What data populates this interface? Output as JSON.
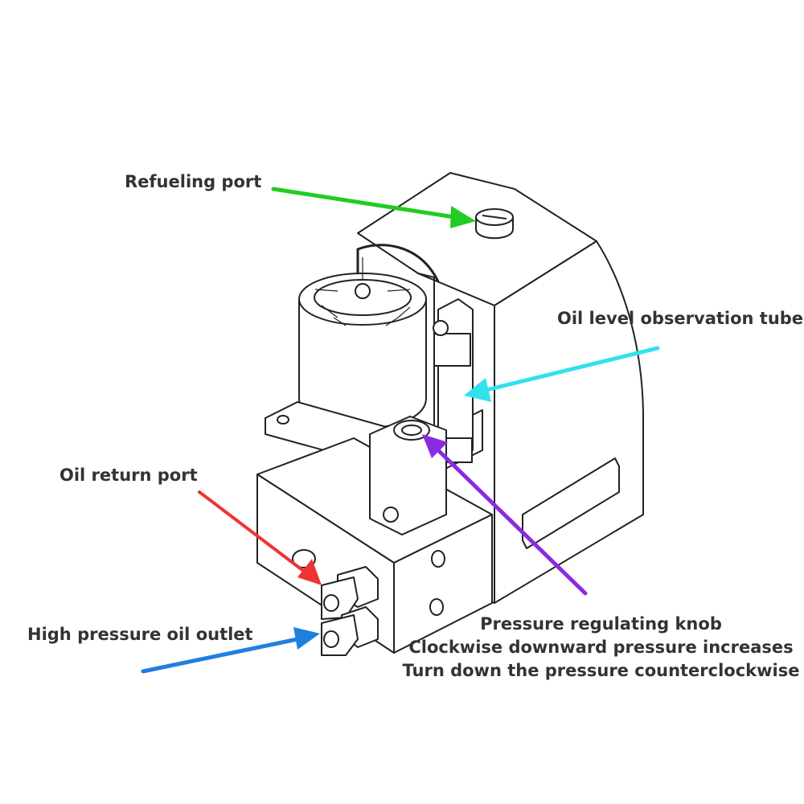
{
  "labels": {
    "refueling_port": "Refueling port",
    "oil_level_tube": "Oil level observation tube",
    "oil_return_port": "Oil return port",
    "high_pressure_outlet": "High pressure oil outlet",
    "pressure_knob": {
      "line1": "Pressure regulating knob",
      "line2": "Clockwise downward pressure increases",
      "line3": "Turn down the pressure counterclockwise"
    }
  },
  "arrow_colors": {
    "refueling_port": "#22cc22",
    "oil_level_tube": "#33e0ee",
    "oil_return_port": "#ee3333",
    "high_pressure_outlet": "#1f7fe0",
    "pressure_knob": "#8a2be2"
  }
}
